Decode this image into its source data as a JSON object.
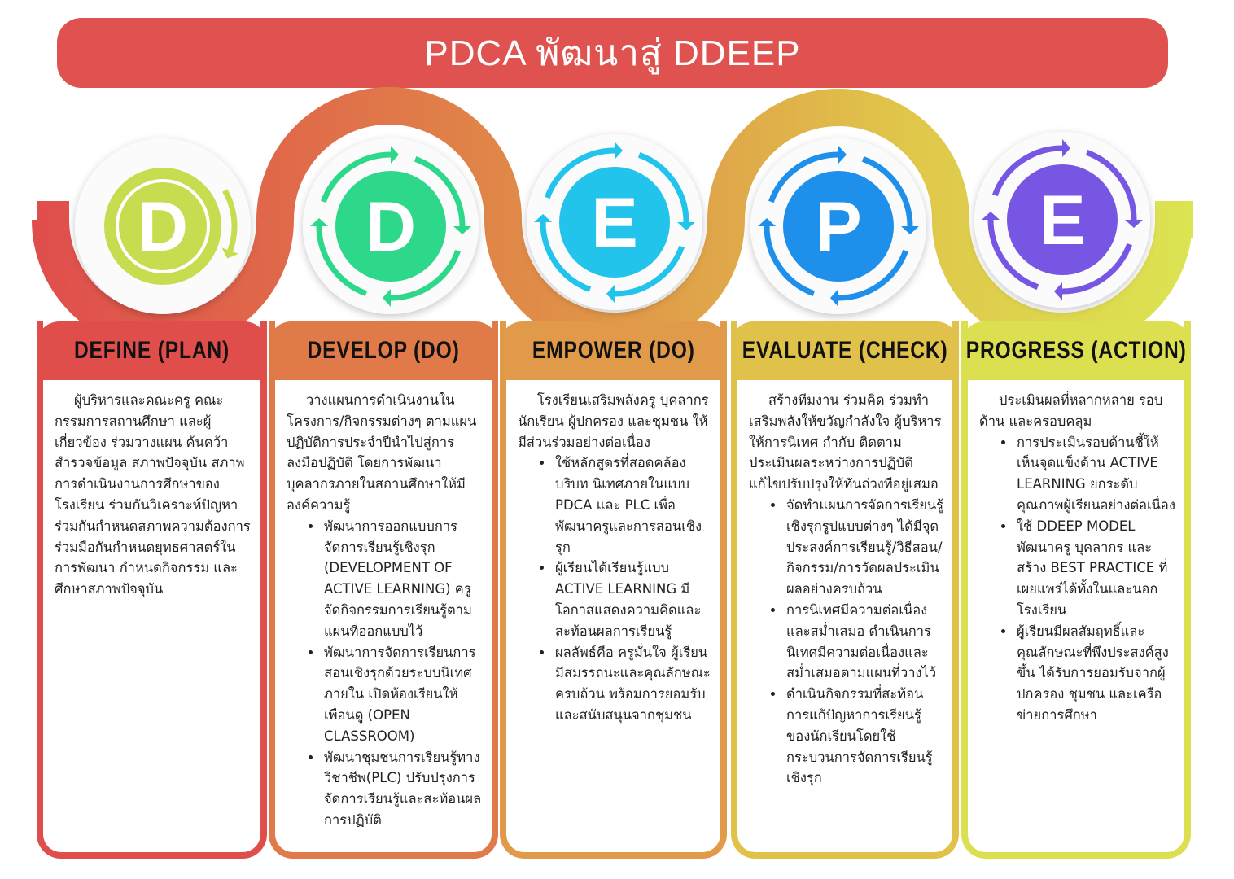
{
  "title": "PDCA พัฒนาสู่ DDEEP",
  "colors": {
    "title": "#e05250",
    "define": "#e04e4c",
    "develop": "#e07a48",
    "empower": "#e09a4a",
    "evaluate": "#e0c24a",
    "progress": "#dcdf50"
  },
  "circles": [
    {
      "letter": "D",
      "color": "#c8dc50",
      "arrow_color": "#c8dc50"
    },
    {
      "letter": "D",
      "color": "#2ed88a",
      "arrow_color": "#2ed88a"
    },
    {
      "letter": "E",
      "color": "#22c4ec",
      "arrow_color": "#22c4ec"
    },
    {
      "letter": "P",
      "color": "#1e90ec",
      "arrow_color": "#1e90ec"
    },
    {
      "letter": "E",
      "color": "#7656e2",
      "arrow_color": "#7656e2"
    }
  ],
  "cards": [
    {
      "heading": "DEFINE (PLAN)",
      "intro": "ผู้บริหารและคณะครู คณะกรรมการสถานศึกษา และผู้เกี่ยวข้อง ร่วมวางแผน ค้นคว้า สำรวจข้อมูล สภาพปัจจุบัน สภาพการดำเนินงานการศึกษาของโรงเรียน ร่วมกันวิเคราะห์ปัญหา ร่วมกันกำหนดสภาพความต้องการ ร่วมมือกันกำหนดยุทธศาสตร์ในการพัฒนา กำหนดกิจกรรม และศึกษาสภาพปัจจุบัน",
      "bullets": []
    },
    {
      "heading": "DEVELOP (DO)",
      "intro": "วางแผนการดำเนินงานในโครงการ/กิจกรรมต่างๆ ตามแผนปฏิบัติการประจำปีนำไปสู่การลงมือปฏิบัติ โดยการพัฒนาบุคลากรภายในสถานศึกษาให้มีองค์ความรู้",
      "bullets": [
        "พัฒนาการออกแบบการจัดการเรียนรู้เชิงรุก (DEVELOPMENT OF ACTIVE LEARNING) ครูจัดกิจกรรมการเรียนรู้ตามแผนที่ออกแบบไว้",
        "พัฒนาการจัดการเรียนการสอนเชิงรุกด้วยระบบนิเทศภายใน เปิดห้องเรียนให้เพื่อนดู (OPEN CLASSROOM)",
        "พัฒนาชุมชนการเรียนรู้ทางวิชาชีพ(PLC) ปรับปรุงการจัดการเรียนรู้และสะท้อนผลการปฏิบัติ"
      ]
    },
    {
      "heading": "EMPOWER (DO)",
      "intro": "โรงเรียนเสริมพลังครู บุคลากร นักเรียน ผู้ปกครอง และชุมชน ให้มีส่วนร่วมอย่างต่อเนื่อง",
      "bullets": [
        "ใช้หลักสูตรที่สอดคล้องบริบท นิเทศภายในแบบ PDCA และ PLC เพื่อพัฒนาครูและการสอนเชิงรุก",
        "ผู้เรียนได้เรียนรู้แบบ ACTIVE LEARNING มีโอกาสแสดงความคิดและสะท้อนผลการเรียนรู้",
        "ผลลัพธ์คือ ครูมั่นใจ ผู้เรียนมีสมรรถนะและคุณลักษณะครบถ้วน พร้อมการยอมรับและสนับสนุนจากชุมชน"
      ]
    },
    {
      "heading": "EVALUATE (CHECK)",
      "intro": "สร้างทีมงาน ร่วมคิด ร่วมทำ เสริมพลังให้ขวัญกำลังใจ ผู้บริหารให้การนิเทศ กำกับ ติดตาม ประเมินผลระหว่างการปฏิบัติ แก้ไขปรับปรุงให้ทันถ่วงทีอยู่เสมอ",
      "bullets": [
        "จัดทำแผนการจัดการเรียนรู้เชิงรุกรูปแบบต่างๆ ได้มีจุดประสงค์การเรียนรู้/วิธีสอน/กิจกรรม/การวัดผลประเมินผลอย่างครบถ้วน",
        "การนิเทศมีความต่อเนื่องและสม่ำเสมอ ดำเนินการนิเทศมีความต่อเนื่องและสม่ำเสมอตามแผนที่วางไว้",
        "ดำเนินกิจกรรมที่สะท้อนการแก้ปัญหาการเรียนรู้ของนักเรียนโดยใช้กระบวนการจัดการเรียนรู้เชิงรุก"
      ]
    },
    {
      "heading": "PROGRESS (ACTION)",
      "intro": "ประเมินผลที่หลากหลาย รอบด้าน และครอบคลุม",
      "bullets": [
        "การประเมินรอบด้านชี้ให้เห็นจุดแข็งด้าน ACTIVE LEARNING ยกระดับคุณภาพผู้เรียนอย่างต่อเนื่อง",
        "ใช้ DDEEP MODEL พัฒนาครู บุคลากร และสร้าง BEST PRACTICE ที่เผยแพร่ได้ทั้งในและนอกโรงเรียน",
        "ผู้เรียนมีผลสัมฤทธิ์และคุณลักษณะที่พึงประสงค์สูงขึ้น ได้รับการยอมรับจากผู้ปกครอง ชุมชน และเครือข่ายการศึกษา"
      ]
    }
  ]
}
